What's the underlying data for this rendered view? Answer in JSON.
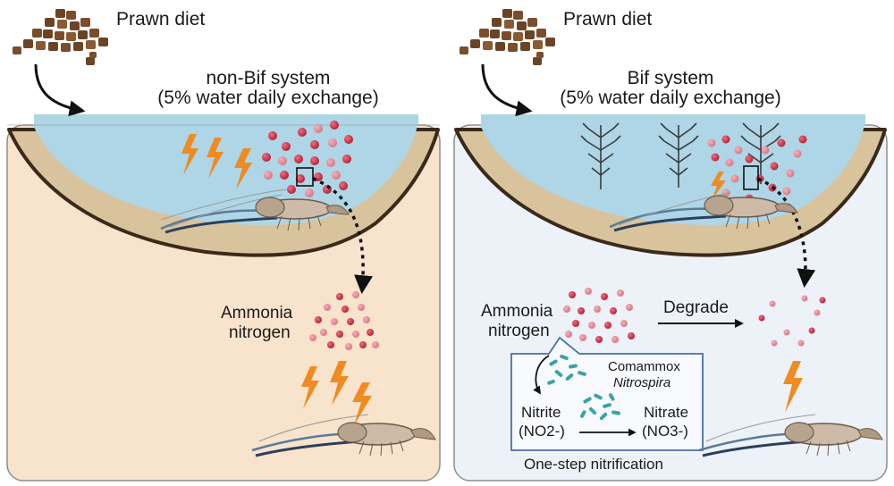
{
  "left_panel": {
    "feed_label": "Prawn diet",
    "system_title": "non-Bif system",
    "system_subtitle": "(5% water daily exchange)",
    "ammonia_line1": "Ammonia",
    "ammonia_line2": "nitrogen"
  },
  "right_panel": {
    "feed_label": "Prawn diet",
    "system_title": "Bif system",
    "system_subtitle": "(5% water daily exchange)",
    "ammonia_line1": "Ammonia",
    "ammonia_line2": "nitrogen",
    "degrade_label": "Degrade",
    "bacteria_line1": "Comammox",
    "bacteria_line2": "Nitrospira",
    "nitrite_label": "Nitrite",
    "nitrite_formula": "(NO2-)",
    "nitrate_label": "Nitrate",
    "nitrate_formula": "(NO3-)",
    "process_label": "One-step nitrification"
  },
  "colors": {
    "left_panel_bg": "#f8e3cd",
    "right_panel_bg": "#edf2f9",
    "water": "#aed6e6",
    "pond_rim": "#d9c39d",
    "ammonia_dot": "#c8334a",
    "lightning": "#ef8b22",
    "bacteria": "#3aa3a8",
    "nitrification_box_border": "#4a6fa5"
  }
}
